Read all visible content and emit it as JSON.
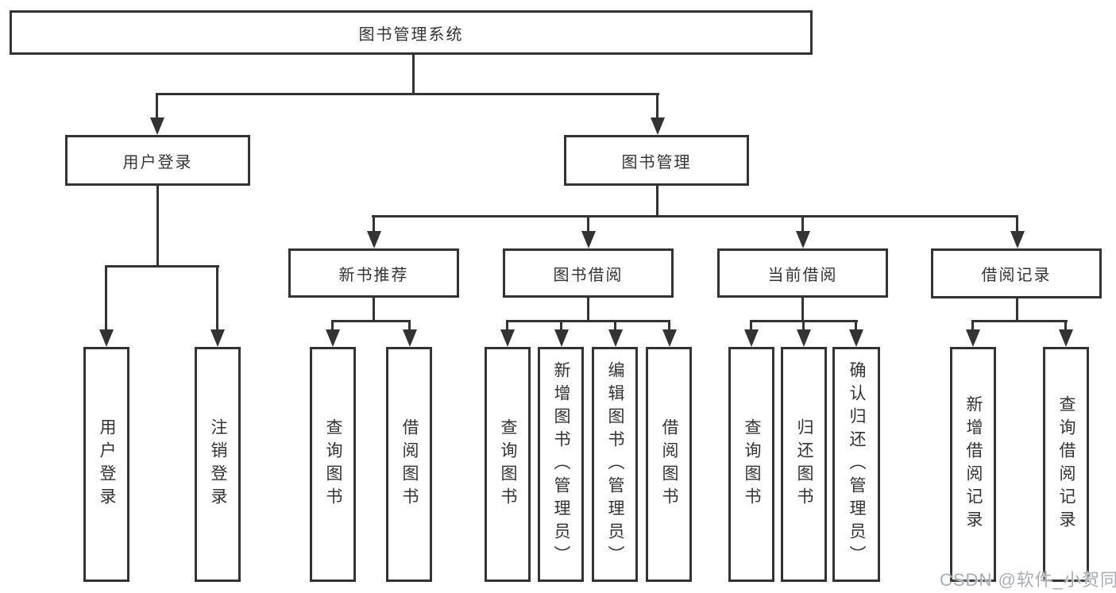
{
  "title": "图书管理系统",
  "level1": [
    "用户登录",
    "图书管理"
  ],
  "level2": [
    "新书推荐",
    "图书借阅",
    "当前借阅",
    "借阅记录"
  ],
  "leaves": {
    "login": [
      "用户登录",
      "注销登录"
    ],
    "recommend": [
      "查询图书",
      "借阅图书"
    ],
    "borrow": [
      "查询图书",
      "新增图书（管理员）",
      "编辑图书（管理员）",
      "借阅图书"
    ],
    "current": [
      "查询图书",
      "归还图书",
      "确认归还（管理员）"
    ],
    "records": [
      "新增借阅记录",
      "查询借阅记录"
    ]
  },
  "watermark": "CSDN @软件_小贺同学",
  "colors": {
    "line": "#333333",
    "text": "#333333",
    "watermark": "#a9aeb4",
    "background": "#ffffff"
  }
}
